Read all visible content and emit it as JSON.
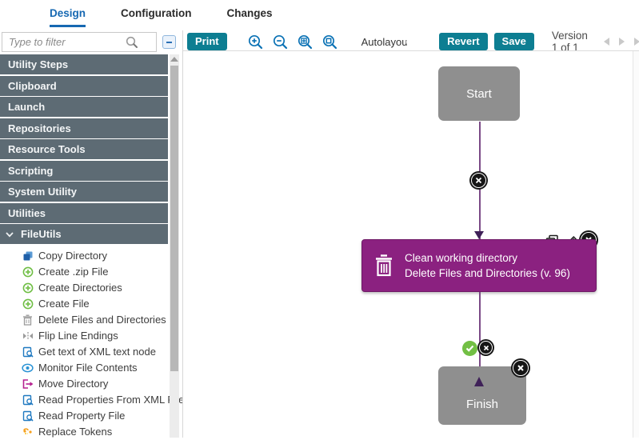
{
  "tabs": {
    "items": [
      {
        "label": "Design",
        "active": true
      },
      {
        "label": "Configuration",
        "active": false
      },
      {
        "label": "Changes",
        "active": false
      }
    ]
  },
  "sidebar": {
    "filter_placeholder": "Type to filter",
    "filter_value": "",
    "collapse_button_icon": "collapse-panel-icon",
    "sections": [
      {
        "label": "Utility Steps"
      },
      {
        "label": "Clipboard"
      },
      {
        "label": "Launch"
      },
      {
        "label": "Repositories"
      },
      {
        "label": "Resource Tools"
      },
      {
        "label": "Scripting"
      },
      {
        "label": "System Utility"
      },
      {
        "label": "Utilities"
      }
    ],
    "expanded_section": {
      "label": "FileUtils",
      "icon": "chevron-down-icon"
    },
    "items": [
      {
        "label": "Copy Directory",
        "icon": "copy-directory-icon"
      },
      {
        "label": "Create .zip File",
        "icon": "plus-circle-icon"
      },
      {
        "label": "Create Directories",
        "icon": "plus-circle-icon"
      },
      {
        "label": "Create File",
        "icon": "plus-circle-icon"
      },
      {
        "label": "Delete Files and Directories",
        "icon": "trash-icon"
      },
      {
        "label": "Flip Line Endings",
        "icon": "flip-icon"
      },
      {
        "label": "Get text of XML text node",
        "icon": "doc-search-icon"
      },
      {
        "label": "Monitor File Contents",
        "icon": "eye-icon"
      },
      {
        "label": "Move Directory",
        "icon": "move-icon"
      },
      {
        "label": "Read Properties From XML File",
        "icon": "doc-search-icon"
      },
      {
        "label": "Read Property File",
        "icon": "doc-search-icon"
      },
      {
        "label": "Replace Tokens",
        "icon": "tokens-icon"
      }
    ]
  },
  "toolbar": {
    "print_label": "Print",
    "zoom_icons": [
      "zoom-in-icon",
      "zoom-out-icon",
      "zoom-fit-icon",
      "zoom-actual-icon"
    ],
    "autolayout_label": "Autolayout",
    "autolayout_on": true,
    "revert_label": "Revert",
    "save_label": "Save",
    "version_text": "Version 1 of 1",
    "version_nav_icons": [
      "prev-version-icon",
      "next-version-icon",
      "last-version-icon"
    ]
  },
  "canvas": {
    "start_node": {
      "label": "Start"
    },
    "step_node": {
      "title": "Clean working directory",
      "subtitle": "Delete Files and Directories (v. 96)",
      "icon": "trash-icon",
      "hover_icons": [
        "copy-step-icon",
        "edit-step-icon",
        "delete-step-icon"
      ]
    },
    "finish_node": {
      "label": "Finish"
    },
    "connector_icons": [
      "remove-connector-icon",
      "success-path-icon"
    ]
  },
  "colors": {
    "accent_teal": "#0d7e92",
    "accent_blue": "#1668b2",
    "section_header_gray": "#5d6b74",
    "node_gray": "#8f8f8f",
    "node_purple": "#8b2180",
    "connector_purple": "#7b4a86",
    "check_green": "#72bf44"
  }
}
